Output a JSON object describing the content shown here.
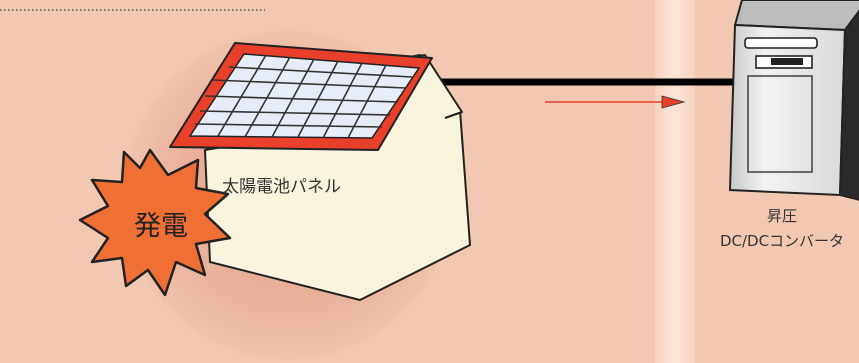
{
  "labels": {
    "solar_panel": "太陽電池パネル",
    "generation": "発電",
    "converter_line1": "昇圧",
    "converter_line2": "DC/DCコンバータ"
  },
  "colors": {
    "background": "#f3c8b3",
    "halo": "#e9ad95",
    "panel_frame": "#e8402b",
    "panel_cells": "#e7edf8",
    "house_wall": "#f8f4de",
    "starburst": "#ef6f34",
    "wire": "#000000",
    "arrow": "#e8402b"
  },
  "icons": {
    "house": "house-icon",
    "solar_panel": "solar-panel-icon",
    "burst": "starburst-icon",
    "converter": "converter-box-icon",
    "arrow": "right-arrow-icon"
  }
}
